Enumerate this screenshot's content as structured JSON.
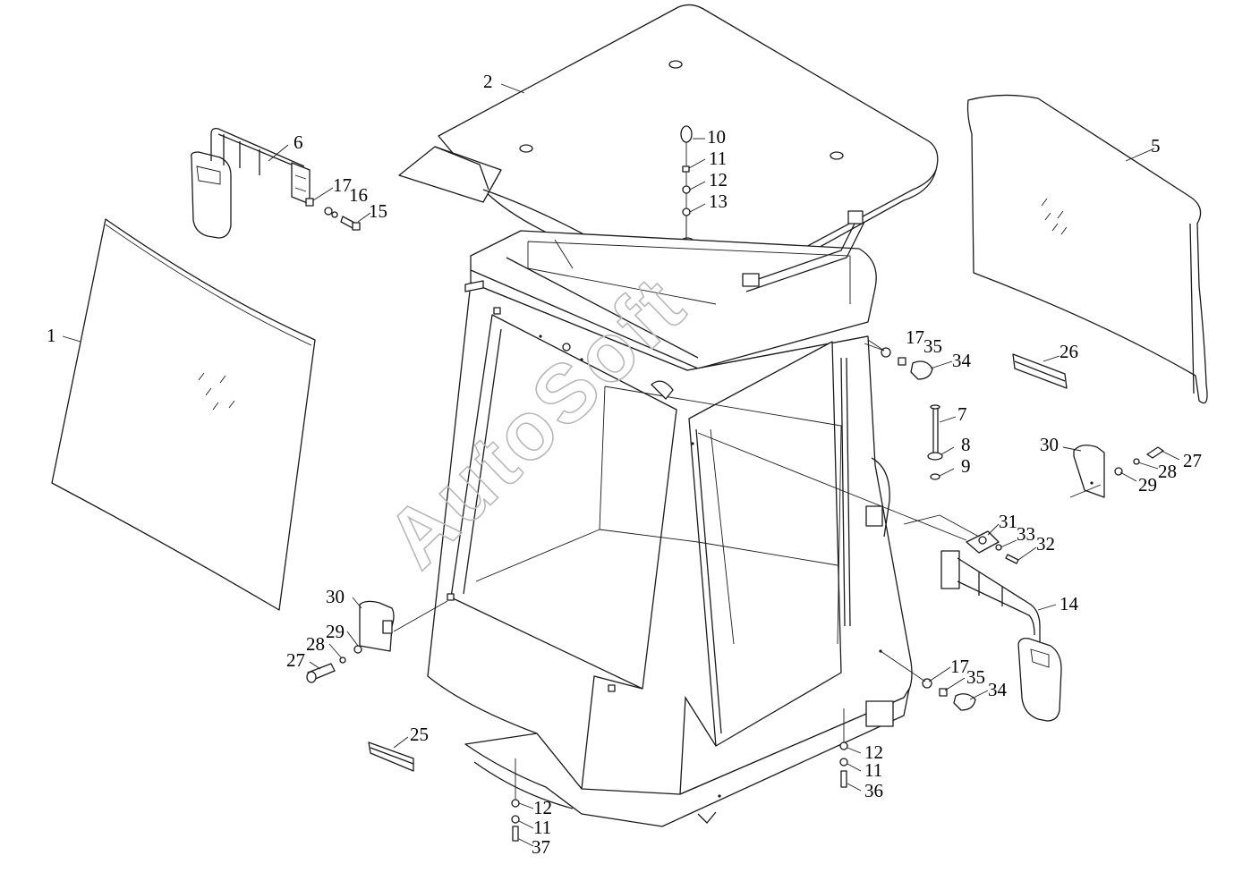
{
  "watermark": "AutoSoft",
  "callouts": [
    {
      "id": "c1",
      "text": "1"
    },
    {
      "id": "c2",
      "text": "2"
    },
    {
      "id": "c5",
      "text": "5"
    },
    {
      "id": "c6",
      "text": "6"
    },
    {
      "id": "c10",
      "text": "10"
    },
    {
      "id": "c11a",
      "text": "11"
    },
    {
      "id": "c12a",
      "text": "12"
    },
    {
      "id": "c13",
      "text": "13"
    },
    {
      "id": "c17a",
      "text": "17"
    },
    {
      "id": "c16",
      "text": "16"
    },
    {
      "id": "c15",
      "text": "15"
    },
    {
      "id": "c17b",
      "text": "17"
    },
    {
      "id": "c35a",
      "text": "35"
    },
    {
      "id": "c34a",
      "text": "34"
    },
    {
      "id": "c26",
      "text": "26"
    },
    {
      "id": "c7",
      "text": "7"
    },
    {
      "id": "c8",
      "text": "8"
    },
    {
      "id": "c9",
      "text": "9"
    },
    {
      "id": "c30a",
      "text": "30"
    },
    {
      "id": "c27a",
      "text": "27"
    },
    {
      "id": "c28a",
      "text": "28"
    },
    {
      "id": "c29a",
      "text": "29"
    },
    {
      "id": "c31",
      "text": "31"
    },
    {
      "id": "c33",
      "text": "33"
    },
    {
      "id": "c32",
      "text": "32"
    },
    {
      "id": "c14",
      "text": "14"
    },
    {
      "id": "c30b",
      "text": "30"
    },
    {
      "id": "c29b",
      "text": "29"
    },
    {
      "id": "c28b",
      "text": "28"
    },
    {
      "id": "c27b",
      "text": "27"
    },
    {
      "id": "c17c",
      "text": "17"
    },
    {
      "id": "c35b",
      "text": "35"
    },
    {
      "id": "c34b",
      "text": "34"
    },
    {
      "id": "c25",
      "text": "25"
    },
    {
      "id": "c12b",
      "text": "12"
    },
    {
      "id": "c11b",
      "text": "11"
    },
    {
      "id": "c36",
      "text": "36"
    },
    {
      "id": "c12c",
      "text": "12"
    },
    {
      "id": "c11c",
      "text": "11"
    },
    {
      "id": "c37",
      "text": "37"
    }
  ]
}
